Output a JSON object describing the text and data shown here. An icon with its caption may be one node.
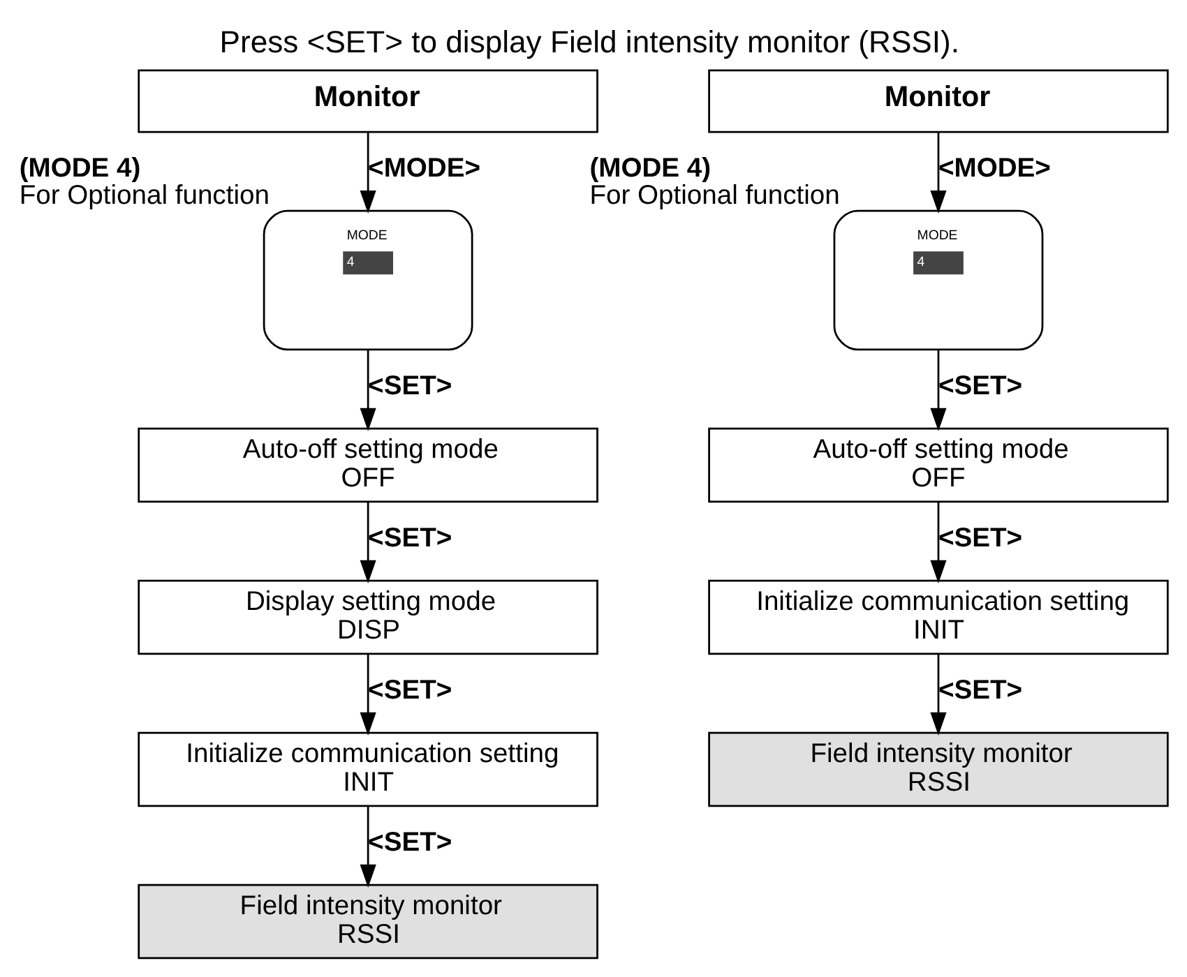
{
  "diagram": {
    "title": "Press <SET> to display Field intensity monitor (RSSI).",
    "nodes": [
      {
        "text": [
          "Monitor"
        ]
      },
      {
        "text": [
          "MODE",
          "4"
        ],
        "beside": [
          "(MODE 4)",
          "For Optional function"
        ]
      },
      {
        "text": [
          "Auto-off setting mode",
          "OFF"
        ]
      },
      {
        "text": [
          "Display setting mode",
          "DISP"
        ]
      },
      {
        "text": [
          "Initialize communication setting",
          "INIT"
        ]
      },
      {
        "text": [
          "Field intensity monitor",
          "RSSI"
        ]
      },
      {
        "text": [
          "Monitor"
        ]
      },
      {
        "text": [
          "MODE",
          "4"
        ],
        "beside": [
          "(MODE 4)",
          "For Optional function"
        ]
      },
      {
        "text": [
          "Auto-off setting mode",
          "OFF"
        ]
      },
      {
        "text": [
          "Initialize communication setting",
          "INIT"
        ]
      },
      {
        "text": [
          "Field intensity monitor",
          "RSSI"
        ]
      }
    ],
    "edges": [
      {
        "from": 0,
        "to": 1,
        "arrow": "to",
        "label": "<MODE>"
      },
      {
        "from": 1,
        "to": 2,
        "arrow": "to",
        "label": "<SET>"
      },
      {
        "from": 2,
        "to": 3,
        "arrow": "to",
        "label": "<SET>"
      },
      {
        "from": 3,
        "to": 4,
        "arrow": "to",
        "label": "<SET>"
      },
      {
        "from": 4,
        "to": 5,
        "arrow": "to",
        "label": "<SET>"
      },
      {
        "from": 6,
        "to": 7,
        "arrow": "to",
        "label": "<MODE>"
      },
      {
        "from": 7,
        "to": 8,
        "arrow": "to",
        "label": "<SET>"
      },
      {
        "from": 8,
        "to": 9,
        "arrow": "to",
        "label": "<SET>"
      },
      {
        "from": 9,
        "to": 10,
        "arrow": "to",
        "label": "<SET>"
      }
    ]
  }
}
